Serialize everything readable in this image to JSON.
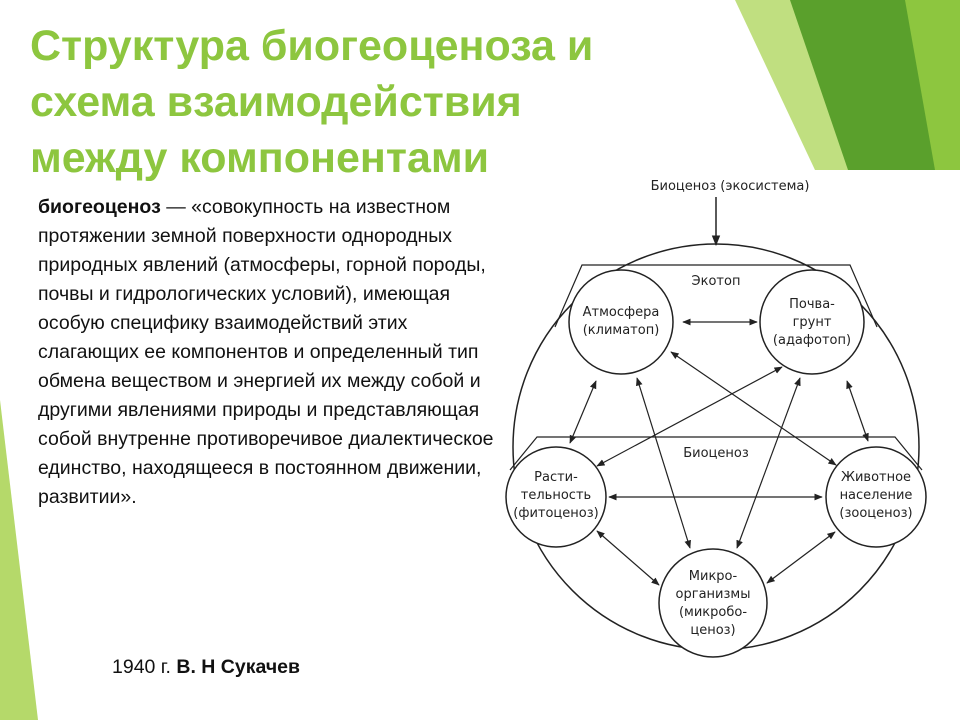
{
  "slide": {
    "title_lines": [
      "Структура биогеоценоза и",
      "схема взаимодействия",
      "между компонентами"
    ],
    "definition": {
      "term": "биогеоценоз",
      "text": " — «совокупность на известном протяжении земной поверхности однородных природных явлений (атмосферы, горной породы, почвы и гидрологических условий), имеющая особую специфику взаимодействий этих слагающих ее компонентов и определенный тип обмена веществом и энергией их между собой и другими явлениями природы и представляющая собой внутренне противоречивое диалектическое единство, находящееся в постоянном движении, развитии»."
    },
    "author": {
      "year": "1940 г.",
      "name": "В. Н Сукачев"
    },
    "accent_colors": {
      "title": "#8dc63f",
      "deco_light": "#b5d96a",
      "deco_dark": "#5aa02c"
    }
  },
  "diagram": {
    "top_label": "Биоценоз (экосистема)",
    "ecotope_label": "Экотоп",
    "biocenosis_label": "Биоценоз",
    "nodes": {
      "atmosphere": [
        "Атмосфера",
        "(климатоп)"
      ],
      "soil": [
        "Почва-",
        "грунт",
        "(адафотоп)"
      ],
      "plants": [
        "Расти-",
        "тельность",
        "(фитоценоз)"
      ],
      "animals": [
        "Животное",
        "население",
        "(зооценоз)"
      ],
      "microbes": [
        "Микро-",
        "организмы",
        "(микробо-",
        "ценоз)"
      ]
    }
  }
}
